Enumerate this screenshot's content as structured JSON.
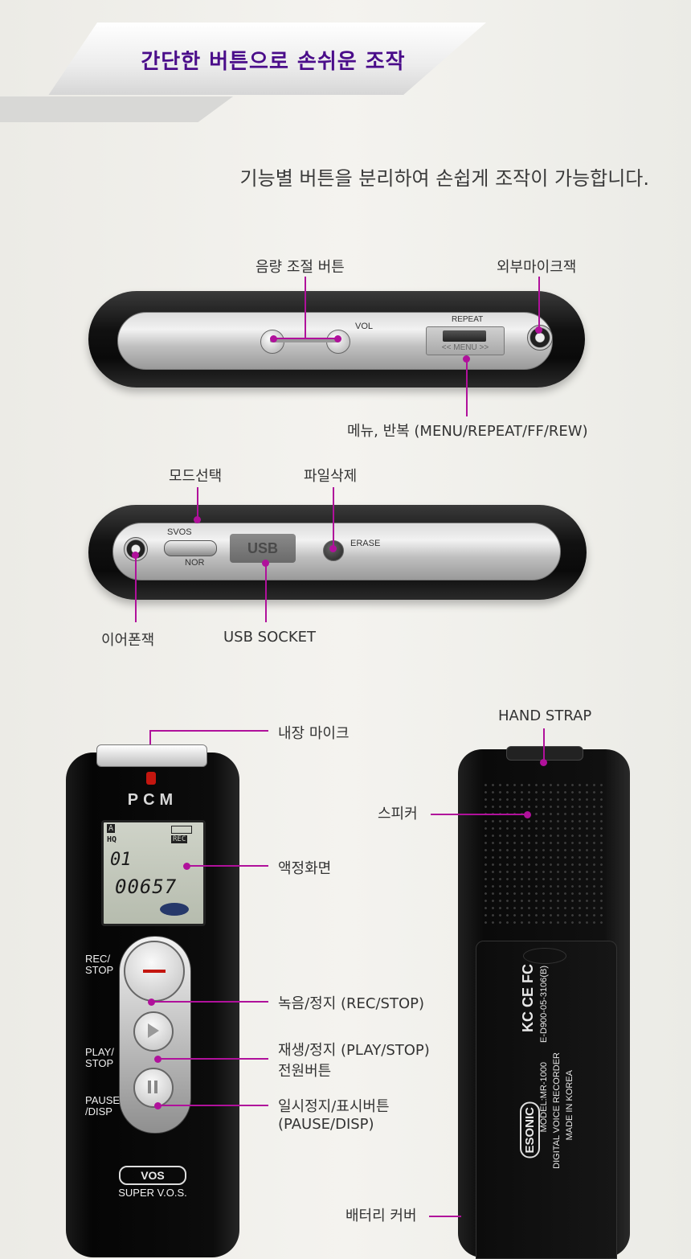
{
  "header": {
    "title": "간단한 버튼으로 손쉬운 조작",
    "subtitle": "기능별 버튼을 분리하여 손쉽게 조작이 가능합니다."
  },
  "top_view": {
    "labels": {
      "volume": "음량 조절 버튼",
      "ext_mic": "외부마이크잭",
      "menu": "메뉴, 반복 (MENU/REPEAT/FF/REW)"
    },
    "device_text": {
      "vol": "VOL",
      "repeat": "REPEAT",
      "menu": "MENU"
    }
  },
  "bottom_view": {
    "labels": {
      "mode": "모드선택",
      "erase": "파일삭제",
      "earphone": "이어폰잭",
      "usb": "USB SOCKET"
    },
    "device_text": {
      "svos": "SVOS",
      "nor": "NOR",
      "usb": "USB",
      "erase": "ERASE"
    }
  },
  "front_view": {
    "labels": {
      "mic": "내장 마이크",
      "lcd": "액정화면",
      "rec": "녹음/정지 (REC/STOP)",
      "play": "재생/정지 (PLAY/STOP)",
      "power": "전원버튼",
      "pause": "일시정지/표시버튼",
      "pause_en": "(PAUSE/DISP)"
    },
    "device_text": {
      "pcm": "PCM",
      "lcd_a": "A",
      "lcd_hq": "HQ",
      "lcd_rec": "REC",
      "lcd_track": "01",
      "lcd_time": "00657",
      "rec_stop": "REC/\nSTOP",
      "play_stop": "PLAY/\nSTOP",
      "pause_disp": "PAUSE\n/DISP",
      "vos_logo": "VOS",
      "super_vos": "SUPER V.O.S."
    }
  },
  "back_view": {
    "labels": {
      "strap": "HAND STRAP",
      "speaker": "스피커",
      "battery": "배터리 커버"
    },
    "device_text": {
      "brand": "ESONIC",
      "model": "MODEL:MR-1000",
      "desc": "DIGITAL VOICE RECORDER",
      "made": "MADE IN KOREA",
      "code": "E-D900-05-3106(B)",
      "marks": "KC  CE FC"
    }
  }
}
